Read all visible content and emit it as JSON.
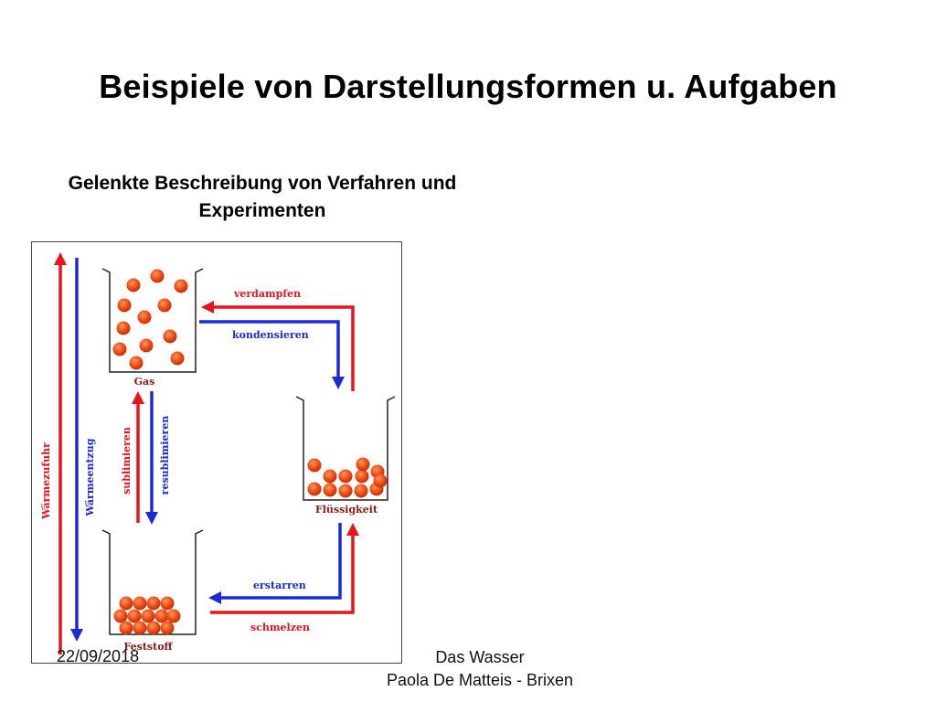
{
  "slide": {
    "title": "Beispiele von Darstellungsformen u. Aufgaben",
    "subtitle": "Gelenkte Beschreibung von Verfahren und Experimenten"
  },
  "figure": {
    "states": {
      "gas": "Gas",
      "liquid": "Flüssigkeit",
      "solid": "Feststoff"
    },
    "transitions": {
      "evaporate": "verdampfen",
      "condense": "kondensieren",
      "sublimate": "sublimieren",
      "resublimate": "resublimieren",
      "freeze": "erstarren",
      "melt": "schmelzen",
      "heat_supply": "Wärmezufuhr",
      "heat_removal": "Wärmeentzug"
    },
    "colors": {
      "heat_in": "#e8141b",
      "heat_out": "#1d2bd6",
      "particle": "#f04a14",
      "label": "#8b1a10"
    }
  },
  "footer": {
    "date": "22/09/2018",
    "line1": "Das Wasser",
    "line2": "Paola De Matteis - Brixen"
  }
}
